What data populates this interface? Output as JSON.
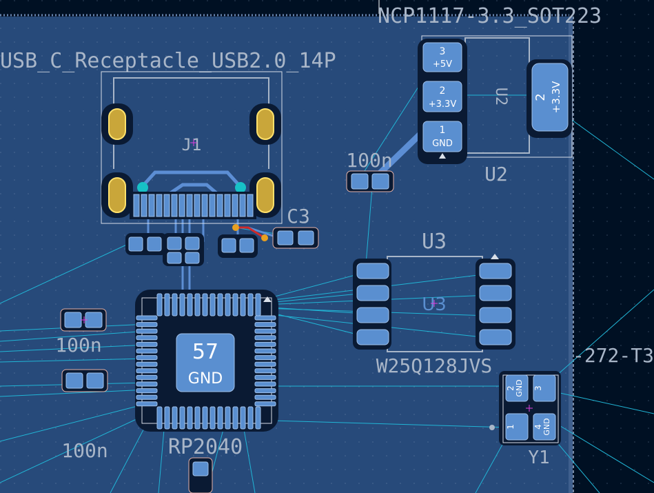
{
  "colors": {
    "background": "#001023",
    "board_fill": "#274a7a",
    "copper_pad": "#5a8fd0",
    "pad_outline": "#9fc0ea",
    "trace": "#5c8ed4",
    "ratsnest": "#21b6d6",
    "silkscreen": "#a9b6c8",
    "courtyard": "#d9dfe8",
    "via": "#17c1c6",
    "red_trace": "#d22a2a"
  },
  "silkscreen": {
    "top_part": "NCP1117-3.3_SOT223",
    "usb_part": "USB_C_Receptacle_USB2.0_14P",
    "j1_ref": "J1",
    "c3_ref": "C3",
    "c3_value": "100n",
    "u2_ref": "U2",
    "u2_ref_inner": "U2",
    "u3_ref": "U3",
    "u3_ref_inner": "U3",
    "u3_value": "W25Q128JVS",
    "rp_value": "RP2040",
    "cap_value_left_1": "100n",
    "cap_value_left_2": "100n",
    "y1_ref": "Y1",
    "y1_part": "-272-T3"
  },
  "pads": {
    "u2_pin3_num": "3",
    "u2_pin3_net": "+5V",
    "u2_pin2_num": "2",
    "u2_pin2_net": "+3.3V",
    "u2_pin1_num": "1",
    "u2_pin1_net": "GND",
    "u2_tab_num": "2",
    "u2_tab_net": "+3.3V",
    "rp_center_num": "57",
    "rp_center_net": "GND",
    "y1_pin1": "1",
    "y1_pin2": "2",
    "y1_pin2_net": "GND",
    "y1_pin3": "3",
    "y1_pin4": "4",
    "y1_pin4_net": "GND"
  }
}
